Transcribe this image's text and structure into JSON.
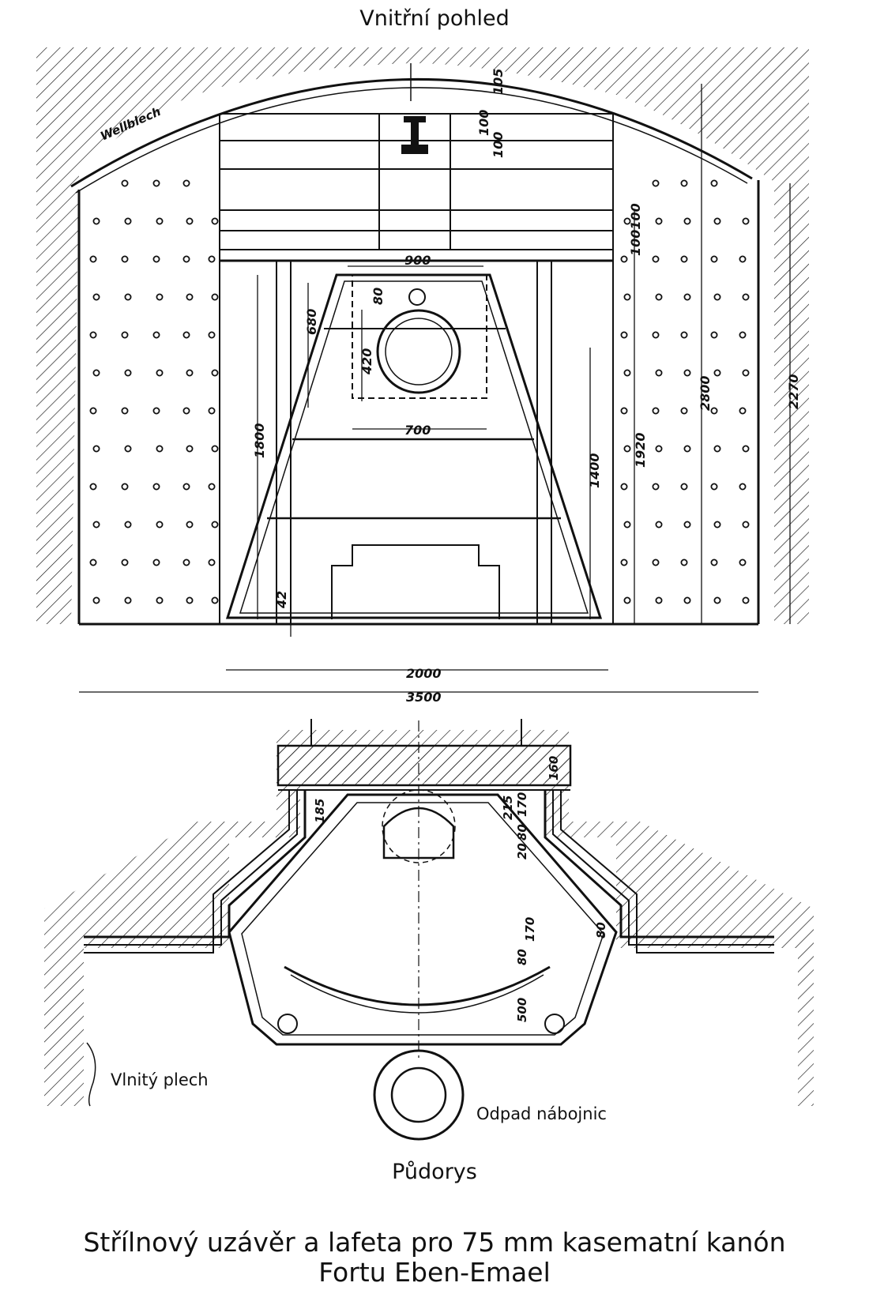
{
  "titles": {
    "inner_view": "Vnitřní pohled",
    "plan_view": "Půdorys",
    "caption_line1": "Střílnový uzávěr a lafeta pro 75 mm kasematní kanón",
    "caption_line2": "Fortu Eben-Emael"
  },
  "labels": {
    "wellblech": "Wellblech",
    "vlnity_plech": "Vlnitý plech",
    "odpad_nabojnic": "Odpad nábojnic"
  },
  "dimensions_top": {
    "d105": "105",
    "d100a": "100",
    "d100b": "100",
    "d100_100": "100100",
    "d900": "900",
    "d80": "80",
    "d680": "680",
    "d420": "420",
    "d700": "700",
    "d1800": "1800",
    "d1400": "1400",
    "d1920": "1920",
    "d2800": "2800",
    "d2270": "2270",
    "d42": "42",
    "d2000": "2000",
    "d3500": "3500"
  },
  "dimensions_plan": {
    "d160": "160",
    "d185": "185",
    "d215": "215",
    "d170a": "170",
    "d80a": "80",
    "d20": "20",
    "d170b": "170",
    "d80b": "80",
    "d80c": "80",
    "d500": "500"
  },
  "colors": {
    "ink": "#111111",
    "paper": "#ffffff"
  }
}
